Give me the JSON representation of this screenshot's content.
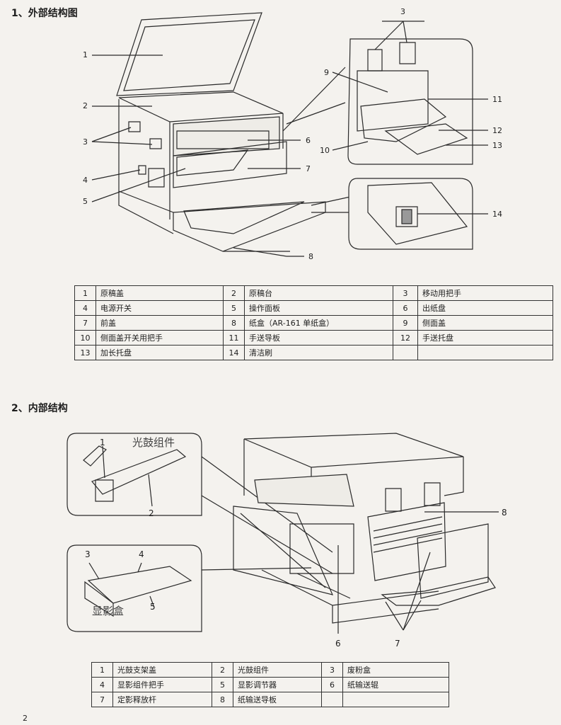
{
  "section1": {
    "title": "1、外部结构图",
    "callouts": [
      "1",
      "2",
      "3",
      "4",
      "5",
      "6",
      "7",
      "8",
      "3",
      "9",
      "11",
      "12",
      "10",
      "13",
      "14"
    ],
    "legend": [
      [
        {
          "n": "1",
          "label": "原稿盖"
        },
        {
          "n": "2",
          "label": "原稿台"
        },
        {
          "n": "3",
          "label": "移动用把手"
        }
      ],
      [
        {
          "n": "4",
          "label": "电源开关"
        },
        {
          "n": "5",
          "label": "操作面板"
        },
        {
          "n": "6",
          "label": "出纸盘"
        }
      ],
      [
        {
          "n": "7",
          "label": "前盖"
        },
        {
          "n": "8",
          "label": "纸盒（AR-161 单纸盒）"
        },
        {
          "n": "9",
          "label": "侧面盖"
        }
      ],
      [
        {
          "n": "10",
          "label": "侧面盖开关用把手"
        },
        {
          "n": "11",
          "label": "手送导板"
        },
        {
          "n": "12",
          "label": "手送托盘"
        }
      ],
      [
        {
          "n": "13",
          "label": "加长托盘"
        },
        {
          "n": "14",
          "label": "清洁刷"
        },
        {
          "n": "",
          "label": ""
        }
      ]
    ]
  },
  "section2": {
    "title": "2、内部结构",
    "drum_title": "光鼓组件",
    "dev_title": "显影盒",
    "callouts": [
      "1",
      "2",
      "3",
      "4",
      "5",
      "6",
      "7",
      "8"
    ],
    "legend": [
      [
        {
          "n": "1",
          "label": "光鼓支架盖"
        },
        {
          "n": "2",
          "label": "光鼓组件"
        },
        {
          "n": "3",
          "label": "废粉盒"
        }
      ],
      [
        {
          "n": "4",
          "label": "显影组件把手"
        },
        {
          "n": "5",
          "label": "显影调节器"
        },
        {
          "n": "6",
          "label": "纸输送辊"
        }
      ],
      [
        {
          "n": "7",
          "label": "定影释放杆"
        },
        {
          "n": "8",
          "label": "纸输送导板"
        },
        {
          "n": "",
          "label": ""
        }
      ]
    ]
  },
  "page_number": "2"
}
